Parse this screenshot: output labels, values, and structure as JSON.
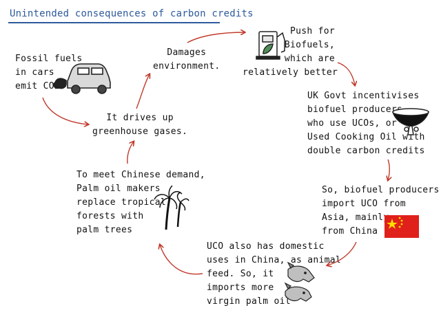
{
  "title": "Unintended consequences of carbon credits",
  "nodes": [
    {
      "id": "fossil",
      "lines": [
        "Fossil fuels",
        "in cars",
        "emit CO2"
      ]
    },
    {
      "id": "damages",
      "lines": [
        "Damages",
        "environment."
      ]
    },
    {
      "id": "biofuels",
      "lines": [
        "Push for",
        "Biofuels,",
        "which are",
        "relatively better"
      ]
    },
    {
      "id": "govt",
      "lines": [
        "UK Govt incentivises",
        "biofuel producers",
        "who use UCOs, or",
        "Used Cooking Oil with",
        "double carbon credits"
      ]
    },
    {
      "id": "import",
      "lines": [
        "So, biofuel producers",
        "import UCO from",
        "Asia, mainly",
        "from China"
      ]
    },
    {
      "id": "domestic",
      "lines": [
        "UCO also has domestic",
        "uses in China, as animal",
        "feed. So, it",
        "imports more",
        "virgin palm oil"
      ]
    },
    {
      "id": "palm",
      "lines": [
        "To meet Chinese demand,",
        "Palm oil makers",
        "replace tropical",
        "forests with",
        "palm trees"
      ]
    },
    {
      "id": "greenhouse",
      "lines": [
        "It drives up",
        "greenhouse gases."
      ]
    }
  ],
  "icons": [
    "car-icon",
    "fuel-pump-icon",
    "cooking-pot-icon",
    "china-flag-icon",
    "pig-icon",
    "palm-tree-icon"
  ],
  "colors": {
    "title": "#2d5a9c",
    "arrow": "#c0392b",
    "flag_red": "#e0201b",
    "flag_star": "#ffde00",
    "pump_green": "#4f8f5a"
  }
}
